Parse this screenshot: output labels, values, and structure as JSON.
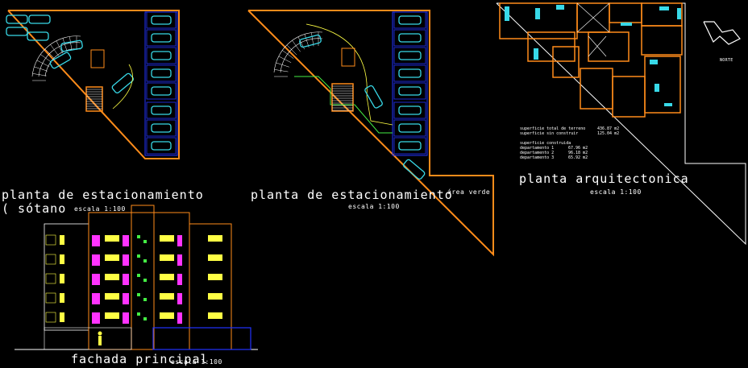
{
  "drawing": {
    "colors": {
      "background": "#000000",
      "outline": "#ff8c1a",
      "cars": "#38d9e8",
      "stalls": "#2233ff",
      "text": "#ffffff",
      "magenta": "#ff33ff",
      "green": "#44ee44",
      "yellow": "#ffff44"
    },
    "parking_basement": {
      "title": "planta de estacionamiento",
      "subtitle": "( sótano",
      "scale": "escala 1:100"
    },
    "parking": {
      "title": "planta de estacionamiento",
      "scale": "escala 1:100",
      "green_area": "área verde"
    },
    "architectural": {
      "title": "planta arquitectonica",
      "scale": "escala 1:100",
      "north": "NORTE",
      "areas": [
        {
          "label": "superficie total de terreno",
          "value": "436.87 m2"
        },
        {
          "label": "superficie sin construir",
          "value": "125.04 m2"
        },
        {
          "label": "superficie construida",
          "value": ""
        },
        {
          "label": "departamento 1",
          "value": "67.96 m2"
        },
        {
          "label": "departamento 2",
          "value": "96.18 m2"
        },
        {
          "label": "departamento 3",
          "value": "65.92 m2"
        }
      ]
    },
    "facade": {
      "title": "fachada principal",
      "scale": "escala 1:100"
    }
  }
}
